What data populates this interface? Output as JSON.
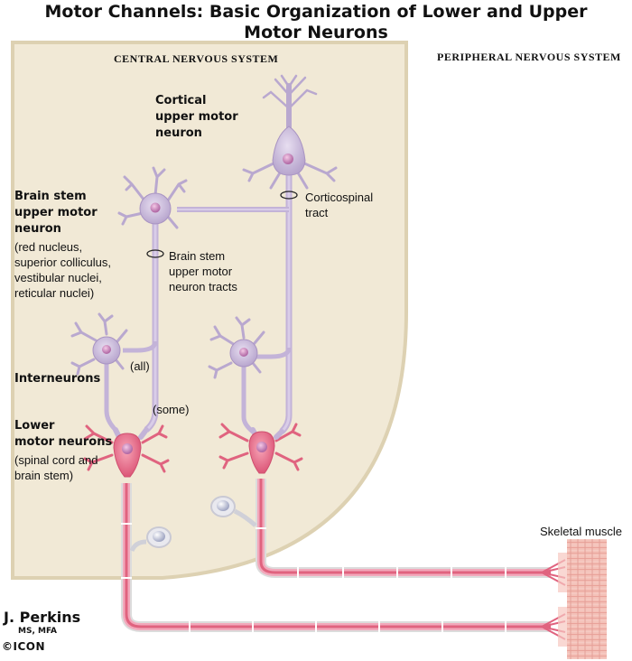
{
  "title_line1": "Motor Channels: Basic Organization of Lower and Upper",
  "title_line2": "Motor Neurons",
  "regions": {
    "central": "CENTRAL NERVOUS SYSTEM",
    "peripheral": "PERIPHERAL NERVOUS SYSTEM"
  },
  "cortical": [
    "Cortical",
    "upper motor",
    "neuron"
  ],
  "brainstem_neuron": [
    "Brain stem",
    "upper motor",
    "neuron"
  ],
  "brainstem_detail": [
    "(red nucleus,",
    "superior colliculus,",
    "vestibular nuclei,",
    "reticular nuclei)"
  ],
  "corticospinal": [
    "Corticospinal",
    "tract"
  ],
  "brainstem_tracts": [
    "Brain stem",
    "upper motor",
    "neuron tracts"
  ],
  "interneurons": "Interneurons",
  "all_label": "(all)",
  "some_label": "(some)",
  "lower_neurons": [
    "Lower",
    "motor neurons"
  ],
  "lower_detail": [
    "(spinal cord and",
    "brain stem)"
  ],
  "skeletal_muscle": "Skeletal muscle",
  "signature": {
    "name": "J. Perkins",
    "degree": "MS, MFA",
    "logo": "©ICON"
  },
  "colors": {
    "cns_fill": "#f1e9d6",
    "cns_border": "#ddd1b2",
    "upper_neuron": "#cbbbdc",
    "lower_neuron": "#e86f8c",
    "muscle": "#f2b6ae"
  }
}
